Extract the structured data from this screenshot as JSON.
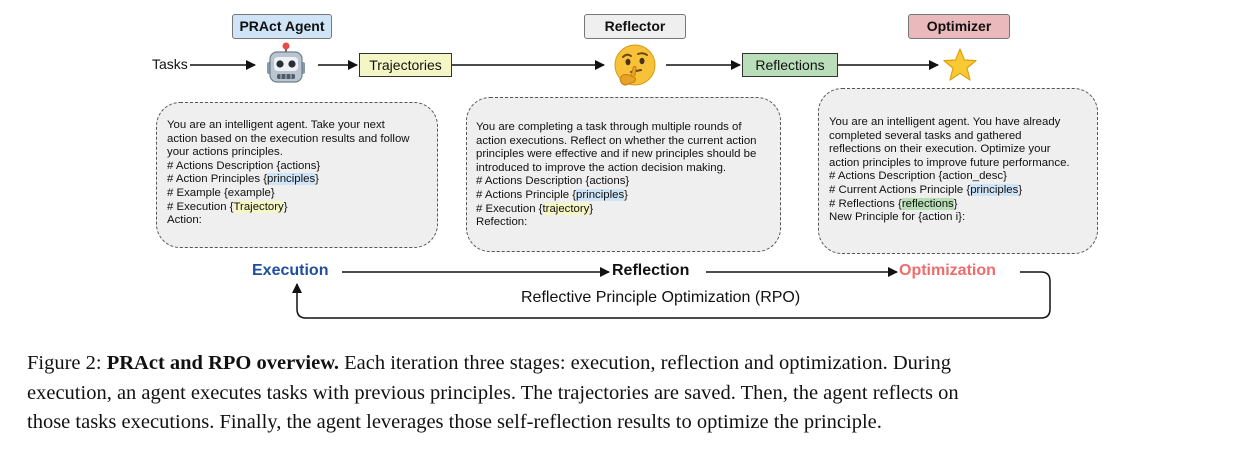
{
  "roles": {
    "agent": {
      "label": "PRAct Agent",
      "color": "#cfe5f7"
    },
    "reflector": {
      "label": "Reflector",
      "color": "#efefef"
    },
    "optimizer": {
      "label": "Optimizer",
      "color": "#e9b9bb"
    }
  },
  "flow": {
    "tasks_label": "Tasks",
    "trajectories_label": "Trajectories",
    "reflections_label": "Reflections"
  },
  "prompts": {
    "agent": {
      "line1": "You are an intelligent agent. Take your next",
      "line2": "action based on the execution results and follow",
      "line3": "your actions principles.",
      "line4": "# Actions Description {actions}",
      "line5_pre": "# Action Principles {",
      "line5_hl": "principles",
      "line5_post": "}",
      "line6": "# Example {example}",
      "line7_pre": "# Execution {",
      "line7_hl": "Trajectory",
      "line7_post": "}",
      "line8": "Action:"
    },
    "reflector": {
      "line1": "You are completing a task through multiple rounds of",
      "line2": "action executions. Reflect on whether the current action",
      "line3": "principles were effective and if new principles should be",
      "line4": "introduced to improve the action decision making.",
      "line5": "# Actions Description {actions}",
      "line6_pre": "# Actions Principle {",
      "line6_hl": "principles",
      "line6_post": "}",
      "line7_pre": "# Execution {",
      "line7_hl": "trajectory",
      "line7_post": "}",
      "line8": "Refection:"
    },
    "optimizer": {
      "line1": "You are an intelligent agent. You have already",
      "line2": "completed several tasks and gathered",
      "line3": "reflections on their execution. Optimize your",
      "line4": "action principles to improve future performance.",
      "line5": "# Actions Description {action_desc}",
      "line6_pre": "# Current Actions Principle {",
      "line6_hl": "principles",
      "line6_post": "}",
      "line7_pre": "# Reflections {",
      "line7_hl": "reflections",
      "line7_post": "}",
      "line8": "New Principle for {action i}:"
    }
  },
  "stages": {
    "execution": {
      "label": "Execution",
      "color": "#1f4e9c"
    },
    "reflection": {
      "label": "Reflection",
      "color": "#111111"
    },
    "optimization": {
      "label": "Optimization",
      "color": "#f06b6b"
    },
    "loop_label": "Reflective Principle Optimization (RPO)"
  },
  "icons": {
    "agent": "robot-icon",
    "reflector": "thinking-face-icon",
    "optimizer": "star-icon"
  },
  "caption": {
    "prefix": "Figure 2: ",
    "title": "PRAct and RPO overview.",
    "line1_rest": " Each iteration three stages: execution, reflection and optimization. During",
    "line2": "execution, an agent executes tasks with previous principles. The trajectories are saved. Then, the agent reflects on",
    "line3": "those tasks executions. Finally, the agent leverages those self-reflection results to optimize the principle."
  }
}
